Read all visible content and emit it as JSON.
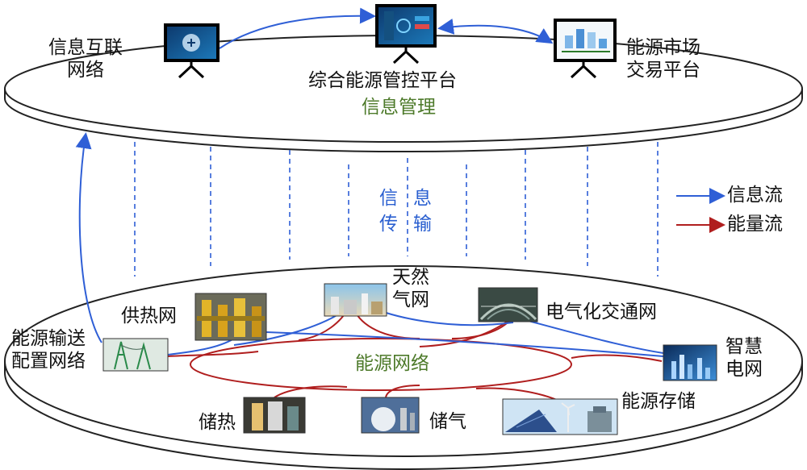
{
  "top_layer": {
    "internet": [
      "信息互联",
      "网络"
    ],
    "platform": "综合能源管控平台",
    "market": [
      "能源市场",
      "交易平台"
    ],
    "title": "信息管理"
  },
  "middle": {
    "transmission": [
      "信",
      "息",
      "传",
      "输"
    ]
  },
  "legend": {
    "info_flow": "信息流",
    "energy_flow": "能量流"
  },
  "bottom_layer": {
    "title": "能源网络",
    "heat_network": "供热网",
    "gas_network": [
      "天然",
      "气网"
    ],
    "ev_network": "电气化交通网",
    "transmission_network": [
      "能源输送",
      "配置网络"
    ],
    "smart_grid": [
      "智慧",
      "电网"
    ],
    "heat_storage": "储热",
    "gas_storage": "储气",
    "energy_storage": "能源存储"
  },
  "colors": {
    "info_flow": "#2f5fd6",
    "energy_flow": "#b01e1e",
    "title_green": "#4d7a2a"
  }
}
